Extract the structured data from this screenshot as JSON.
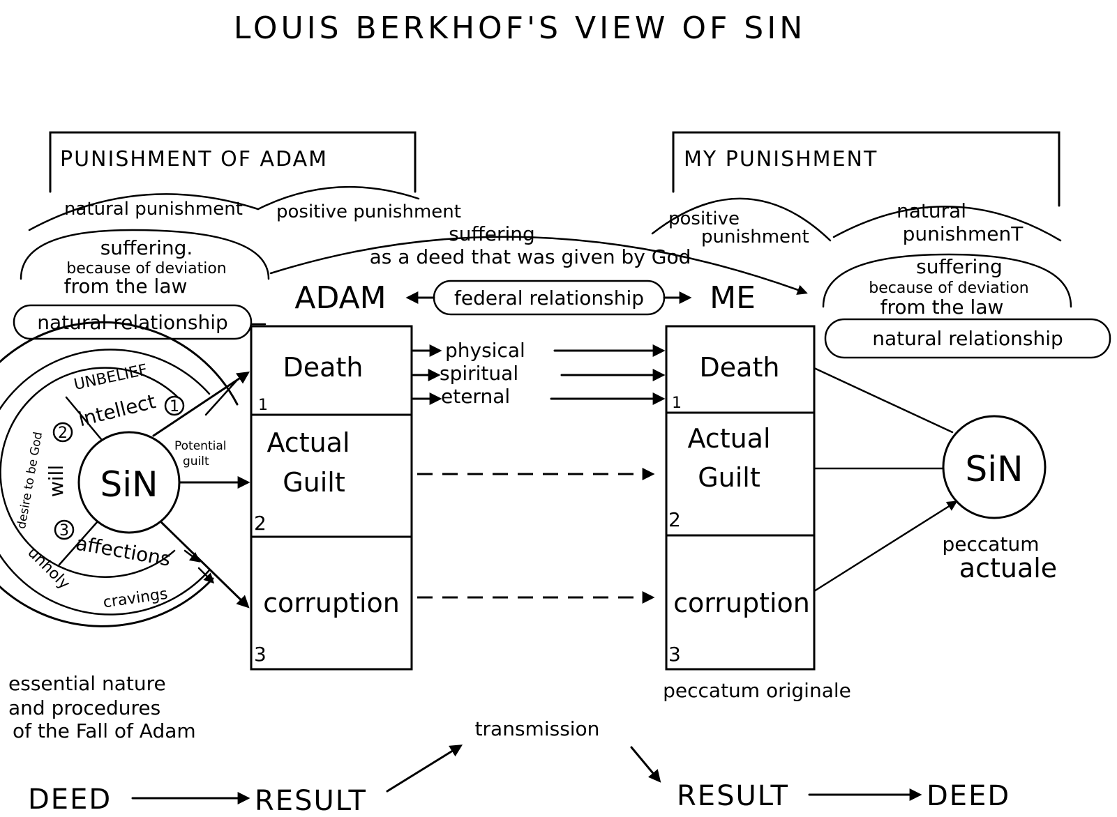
{
  "title": "LOUIS BERKHOF'S VIEW OF SIN",
  "left_panel": {
    "header": "PUNISHMENT OF ADAM",
    "natural_punishment": "natural punishment",
    "positive_punishment": "positive punishment",
    "suffering_1": "suffering.",
    "suffering_2": "because of deviation",
    "suffering_3": "from the law",
    "natural_relationship": "natural relationship"
  },
  "right_panel": {
    "header": "MY PUNISHMENT",
    "positive_punishment_1": "positive",
    "positive_punishment_2": "punishment",
    "natural_punishment_1": "natural",
    "natural_punishment_2": "punishmenT",
    "suffering_1": "suffering",
    "suffering_2": "because of deviation",
    "suffering_3": "from the law",
    "natural_relationship": "natural relationship"
  },
  "arc_label": {
    "line1": "suffering",
    "line2": "as a deed that was given by God"
  },
  "adam_label": "ADAM",
  "me_label": "ME",
  "federal_relationship": "federal relationship",
  "adam_box": {
    "death": "Death",
    "actual": "Actual",
    "guilt": "Guilt",
    "corruption": "corruption",
    "n1": "1",
    "n2": "2",
    "n3": "3"
  },
  "me_box": {
    "death": "Death",
    "actual": "Actual",
    "guilt": "Guilt",
    "corruption": "corruption",
    "n1": "1",
    "n2": "2",
    "n3": "3"
  },
  "death_types": [
    "physical",
    "spiritual",
    "eternal"
  ],
  "sin_wheel": {
    "center": "SiN",
    "unbelief": "UNBELIEF",
    "intellect": "intellect",
    "intellect_num": "1",
    "will": "will",
    "will_num": "2",
    "affections": "affections",
    "affections_num": "3",
    "desire": "desire to be God",
    "unholy_1": "unholy",
    "unholy_2": "cravings",
    "potential_1": "Potential",
    "potential_2": "guilt"
  },
  "right_sin": {
    "center": "SiN",
    "peccatum_1": "peccatum",
    "peccatum_2": "actuale"
  },
  "peccatum_originale": "peccatum originale",
  "essential": {
    "line1": "essential nature",
    "line2": "and procedures",
    "line3": "of the Fall of Adam"
  },
  "transmission": "transmission",
  "flow": {
    "deed_left": "DEED",
    "result_left": "RESULT",
    "result_right": "RESULT",
    "deed_right": "DEED"
  }
}
